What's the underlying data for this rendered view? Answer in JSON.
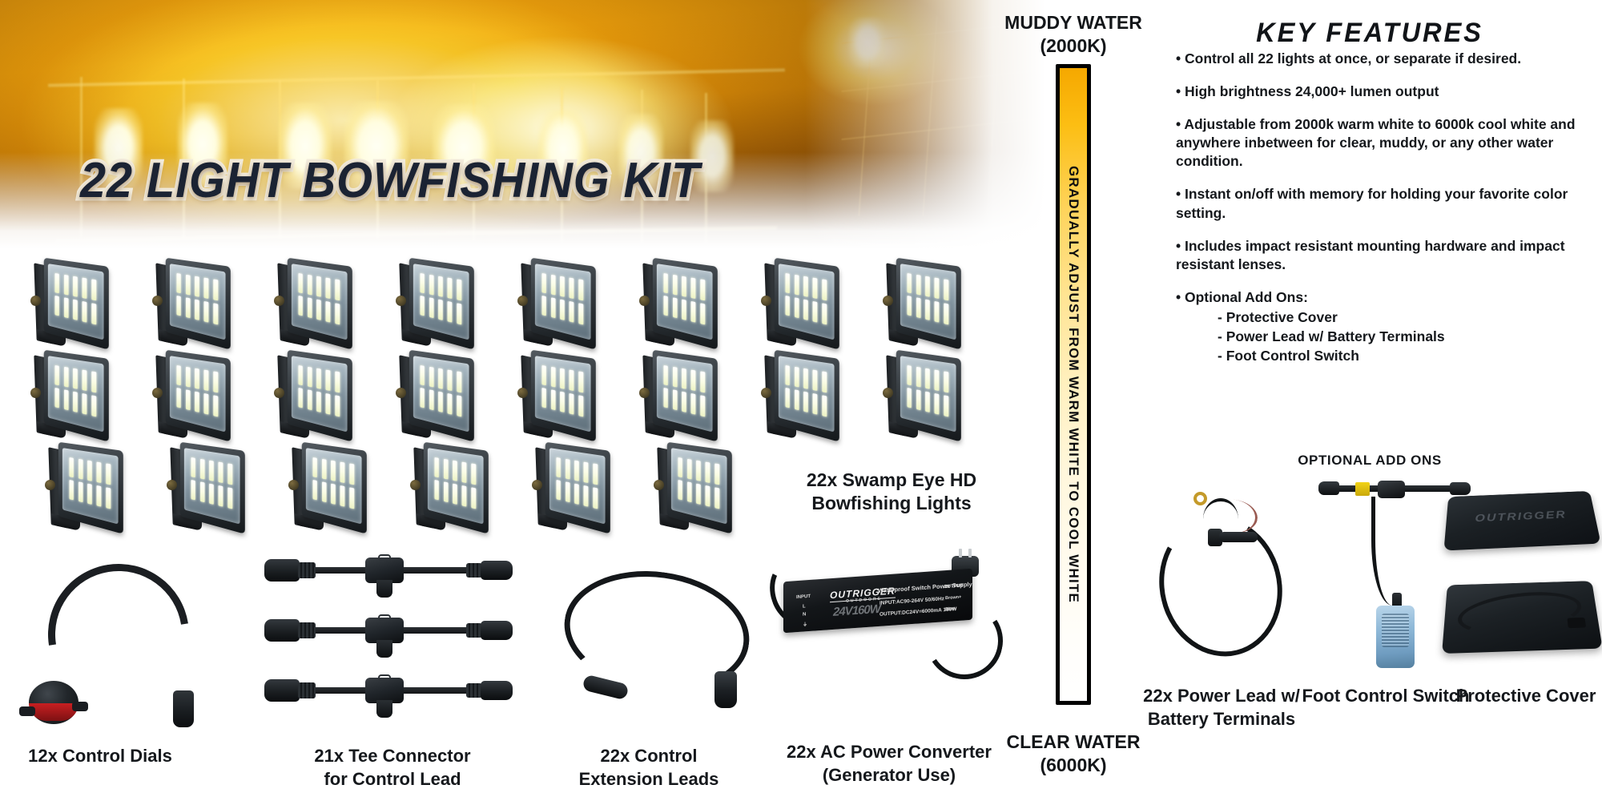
{
  "hero": {
    "title": "22 LIGHT BOWFISHING KIT"
  },
  "light_grid": {
    "caption_line1": "22x Swamp Eye HD",
    "caption_line2": "Bowfishing Lights",
    "rows": [
      8,
      8,
      6
    ],
    "total": 22
  },
  "accessories": [
    {
      "name": "control-dials",
      "line1": "12x Control Dials",
      "line2": ""
    },
    {
      "name": "tee-connectors",
      "line1": "21x Tee Connector",
      "line2": "for Control Lead"
    },
    {
      "name": "extension-leads",
      "line1": "22x Control",
      "line2": "Extension Leads"
    },
    {
      "name": "ac-power-converter",
      "line1": "22x AC Power Converter",
      "line2": "(Generator Use)"
    }
  ],
  "power_supply_label": {
    "brand": "OUTRIGGER",
    "brand_sub": "OUTDOORS",
    "title": "Waterproof Switch Power Supply",
    "input_label": "INPUT",
    "output_label": "OUTPUT",
    "input_spec": "INPUT:AC90-264V  50/60Hz",
    "output_spec": "OUTPUT:DC24V=6000mA  180W",
    "wattage": "24V160W",
    "terminals_left": [
      "L",
      "N",
      "⏚"
    ],
    "terminals_right": [
      "Brown+",
      "Blue-"
    ]
  },
  "gradient_bar": {
    "top_label_line1": "MUDDY WATER",
    "top_label_line2": "(2000K)",
    "bottom_label_line1": "CLEAR WATER",
    "bottom_label_line2": "(6000K)",
    "vertical_text": "GRADUALLY ADJUST FROM WARM WHITE TO COOL WHITE",
    "top_color": "#f6a800",
    "bottom_color": "#ffffff"
  },
  "key_features": {
    "title": "KEY FEATURES",
    "items": [
      "• Control all 22 lights at once, or separate if desired.",
      "• High brightness 24,000+ lumen output",
      "• Adjustable from 2000k warm white to 6000k cool white and anywhere inbetween for clear, muddy, or any other water condition.",
      "• Instant on/off with memory for holding your favorite color setting.",
      "• Includes impact resistant mounting hardware and impact resistant lenses.",
      "• Optional Add Ons:"
    ],
    "sub_items": [
      "- Protective Cover",
      "- Power Lead w/ Battery Terminals",
      "- Foot Control Switch"
    ]
  },
  "optional_addons": {
    "heading": "OPTIONAL ADD ONS",
    "items": [
      {
        "name": "power-lead",
        "line1": "22x Power Lead w/",
        "line2": "Battery Terminals"
      },
      {
        "name": "foot-control-switch",
        "line1": "Foot Control Switch",
        "line2": ""
      },
      {
        "name": "protective-cover",
        "line1": "Protective Cover",
        "line2": ""
      }
    ],
    "cover_emboss": "OUTRIGGER"
  }
}
